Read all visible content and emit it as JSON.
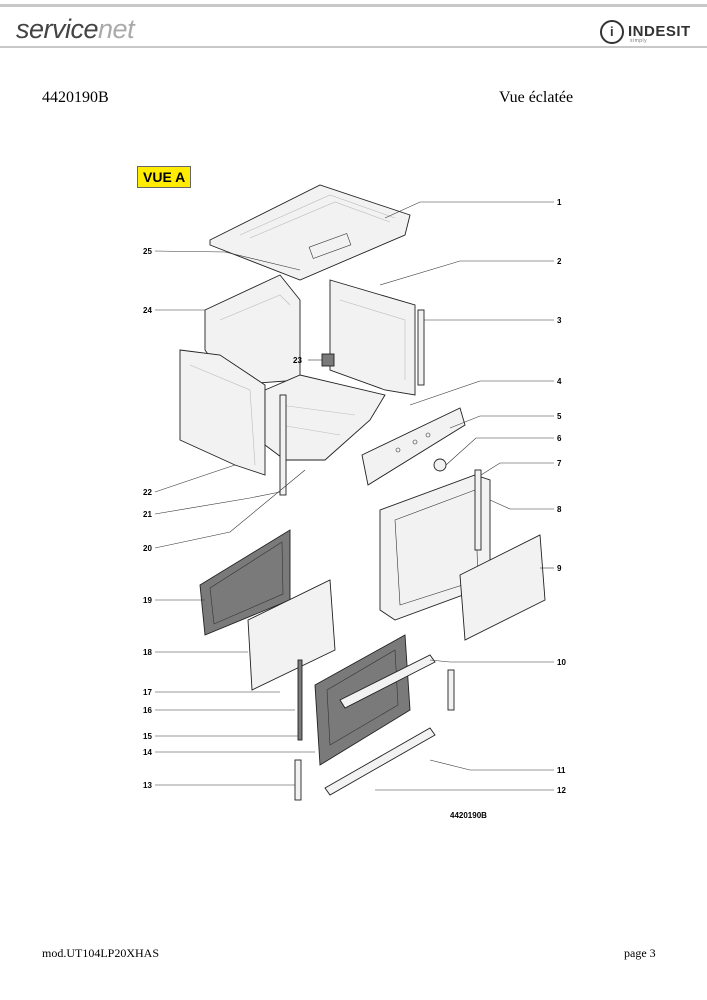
{
  "header": {
    "brand_left_a": "service",
    "brand_left_b": "net",
    "brand_right": "INDESIT",
    "brand_right_tagline": "simply"
  },
  "document": {
    "number": "4420190B",
    "title": "Vue éclatée",
    "view_label": "VUE A",
    "drawing_code": "4420190B"
  },
  "footer": {
    "model": "mod.UT104LP20XHAS",
    "page": "page 3"
  },
  "callouts": {
    "right": [
      "1",
      "2",
      "3",
      "4",
      "5",
      "6",
      "7",
      "8",
      "9",
      "10",
      "11",
      "12"
    ],
    "left": [
      "25",
      "24",
      "23",
      "22",
      "21",
      "20",
      "19",
      "18",
      "17",
      "16",
      "15",
      "14",
      "13"
    ]
  }
}
